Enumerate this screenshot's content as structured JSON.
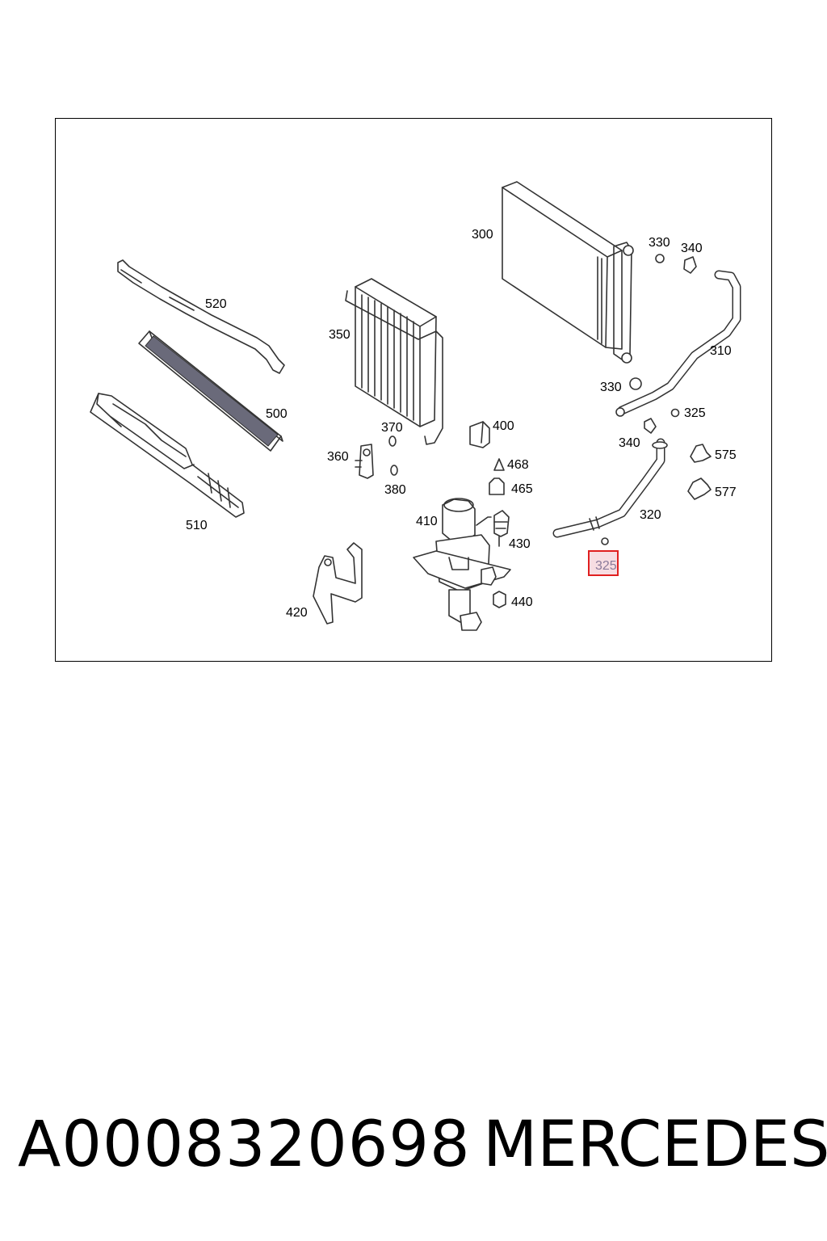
{
  "diagram": {
    "callouts": [
      {
        "id": "300",
        "label": "300"
      },
      {
        "id": "310",
        "label": "310"
      },
      {
        "id": "320",
        "label": "320"
      },
      {
        "id": "325a",
        "label": "325"
      },
      {
        "id": "325b",
        "label": "325",
        "highlighted": true
      },
      {
        "id": "330a",
        "label": "330"
      },
      {
        "id": "330b",
        "label": "330"
      },
      {
        "id": "340a",
        "label": "340"
      },
      {
        "id": "340b",
        "label": "340"
      },
      {
        "id": "350",
        "label": "350"
      },
      {
        "id": "360",
        "label": "360"
      },
      {
        "id": "370",
        "label": "370"
      },
      {
        "id": "380",
        "label": "380"
      },
      {
        "id": "400",
        "label": "400"
      },
      {
        "id": "410",
        "label": "410"
      },
      {
        "id": "420",
        "label": "420"
      },
      {
        "id": "430",
        "label": "430"
      },
      {
        "id": "440",
        "label": "440"
      },
      {
        "id": "465",
        "label": "465"
      },
      {
        "id": "468",
        "label": "468"
      },
      {
        "id": "500",
        "label": "500"
      },
      {
        "id": "510",
        "label": "510"
      },
      {
        "id": "520",
        "label": "520"
      },
      {
        "id": "575",
        "label": "575"
      },
      {
        "id": "577",
        "label": "577"
      }
    ],
    "highlight_color": "#e02020"
  },
  "footer": {
    "part_number": "A0008320698",
    "brand": "MERCEDES"
  }
}
